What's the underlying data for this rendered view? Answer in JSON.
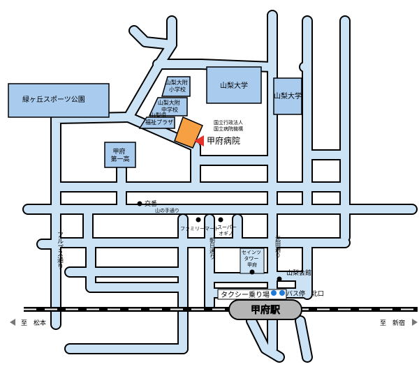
{
  "colors": {
    "road": "#cce3f6",
    "road_outline": "#000000",
    "block": "#a9cbee",
    "hospital": "#f7a043",
    "marker_red": "#e5332a",
    "marker_blue": "#1f7ad8",
    "rail": "#000000",
    "station": "#b5b5b5"
  },
  "labels": {
    "park": "緑ヶ丘スポーツ公園",
    "school_elem": "山梨大附\n小学校",
    "school_mid": "山梨大附\n中学校",
    "welfare": "山梨県\n福祉プラザ",
    "univ_1": "山梨大学",
    "univ_2": "山梨大学",
    "org": "国立行政法人\n国立病院機構",
    "hospital": "甲府病院",
    "highschool": "甲府\n第一高",
    "koban": "交番",
    "yamanote": "山の手通り",
    "familymart": "ファミリーマート",
    "supermarket": "スーパー\nオギノ",
    "seven": "セインツ\nタワー\n甲府",
    "asahi": "朝日通り",
    "takeda": "武田通り",
    "alps": "アルプス通り",
    "kaikan": "山梨会館",
    "taxi": "タクシー乗り場",
    "bus": "バス停",
    "north_exit": "北口",
    "station": "甲府駅",
    "to_matsumoto": "至　松本",
    "to_shinjuku": "至　新宿"
  },
  "icons": {
    "left_arrow": "triangle-left-icon",
    "right_arrow": "triangle-right-icon",
    "point": "dot-icon",
    "pointer": "red-pointer-icon",
    "bus": "bus-stop-icon"
  }
}
